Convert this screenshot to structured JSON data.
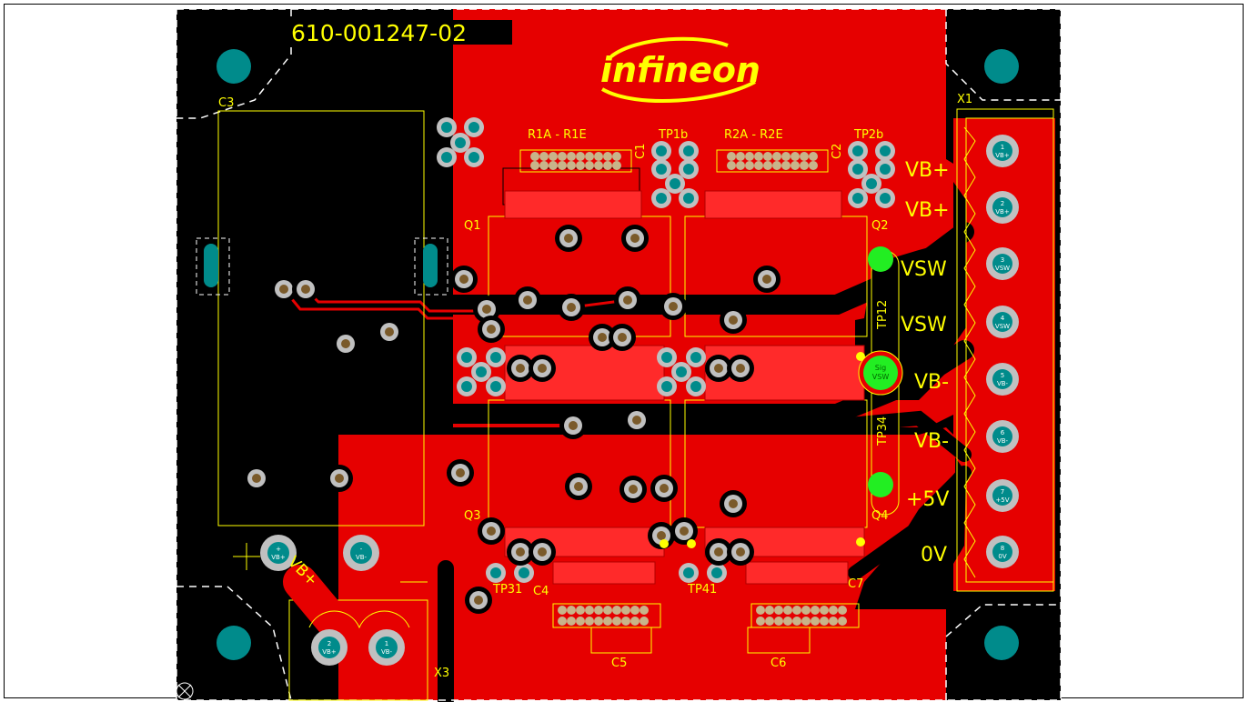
{
  "board": {
    "part_number": "610-001247-02",
    "logo_text": "infineon"
  },
  "colors": {
    "background": "#000000",
    "copper_top": "#e60000",
    "silkscreen": "#ffff00",
    "pad_ring": "#c0c0c0",
    "drill": "#008b8b",
    "test_point": "#22ee22",
    "outline": "#ffffff"
  },
  "designators": {
    "c3": "C3",
    "q1": "Q1",
    "q2": "Q2",
    "q3": "Q3",
    "q4": "Q4",
    "r1": "R1A - R1E",
    "r2": "R2A - R2E",
    "c1": "C1",
    "c2": "C2",
    "tp1b": "TP1b",
    "tp2b": "TP2b",
    "tp12": "TP12",
    "tp34": "TP34",
    "tp31": "TP31",
    "tp41": "TP41",
    "c4": "C4",
    "c5": "C5",
    "c6": "C6",
    "c7": "C7",
    "x1": "X1",
    "x3": "X3"
  },
  "connector_x1": {
    "labels": [
      "VB+",
      "VB+",
      "VSW",
      "VSW",
      "VB-",
      "VB-",
      "+5V",
      "0V"
    ],
    "pads": [
      {
        "num": "1",
        "net": "VB+"
      },
      {
        "num": "2",
        "net": "VB+"
      },
      {
        "num": "3",
        "net": "VSW"
      },
      {
        "num": "4",
        "net": "VSW"
      },
      {
        "num": "5",
        "net": "VB-"
      },
      {
        "num": "6",
        "net": "VB-"
      },
      {
        "num": "7",
        "net": "+5V"
      },
      {
        "num": "8",
        "net": "0V"
      }
    ]
  },
  "connector_x3": {
    "pads": [
      {
        "num": "2",
        "net": "VB+"
      },
      {
        "num": "1",
        "net": "VB-"
      }
    ],
    "silk_label": "VB+"
  },
  "cap_c3_pads": [
    {
      "num": "+",
      "net": "VB+"
    },
    {
      "num": "-",
      "net": "VB-"
    }
  ],
  "sig_pad": {
    "line1": "Sig",
    "line2": "VSW"
  }
}
